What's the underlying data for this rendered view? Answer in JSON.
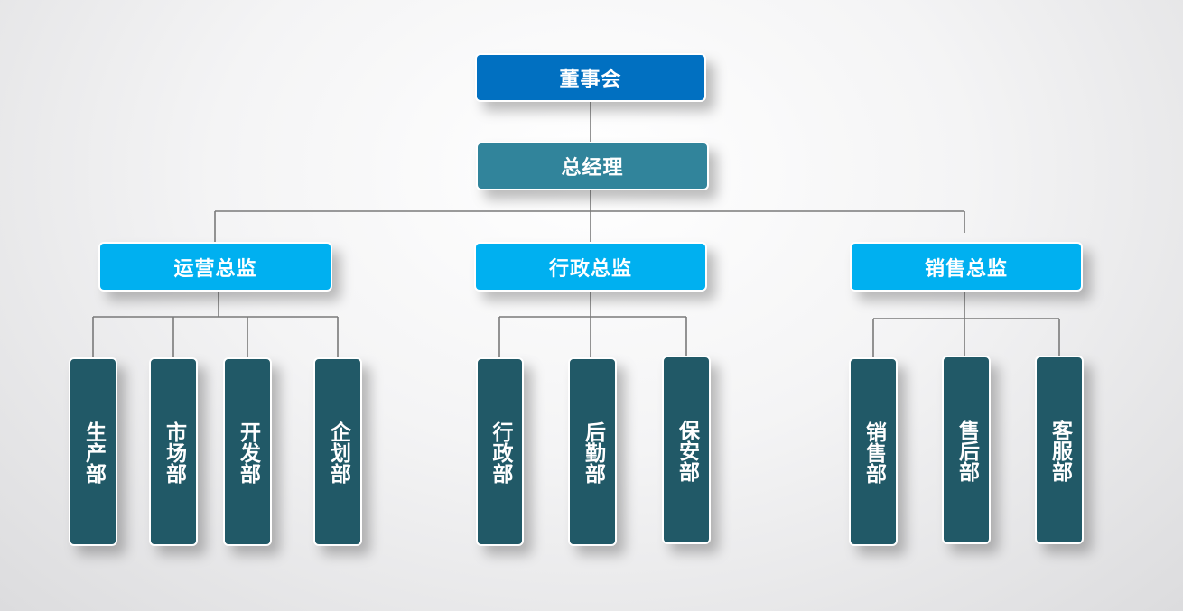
{
  "org_chart": {
    "board": "董事会",
    "general_manager": "总经理",
    "directors": [
      {
        "label": "运营总监",
        "departments": [
          "生产部",
          "市场部",
          "开发部",
          "企划部"
        ]
      },
      {
        "label": "行政总监",
        "departments": [
          "行政部",
          "后勤部",
          "保安部"
        ]
      },
      {
        "label": "销售总监",
        "departments": [
          "销售部",
          "售后部",
          "客服部"
        ]
      }
    ]
  },
  "colors": {
    "board": "#0170c1",
    "general_manager": "#31849b",
    "director": "#00b0f0",
    "department": "#215967",
    "connector": "#7a7a7a"
  }
}
